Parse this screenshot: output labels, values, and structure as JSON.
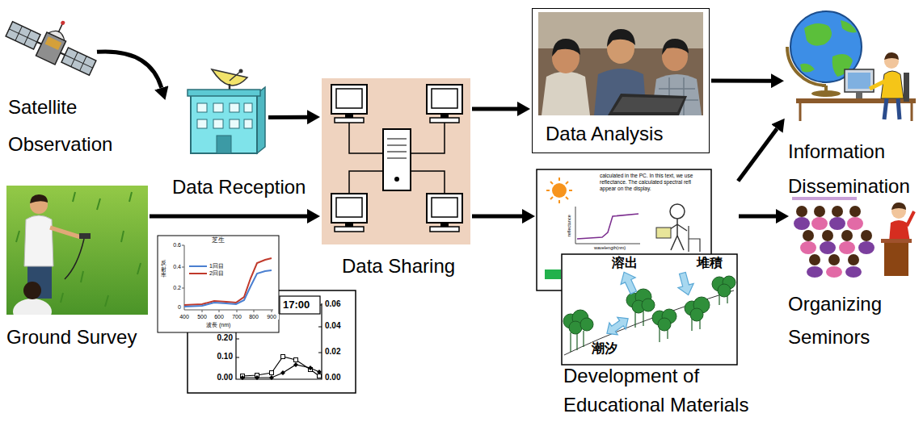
{
  "diagram": {
    "nodes": [
      {
        "text": [
          "Satellite Observation"
        ]
      },
      {
        "text": [
          "Data Reception"
        ]
      },
      {
        "text": [
          "Data Sharing"
        ]
      },
      {
        "text": [
          "Data Analysis"
        ]
      },
      {
        "text": [
          "Information Dissemination"
        ]
      },
      {
        "text": [
          "Ground Survey"
        ]
      },
      {
        "text": [
          "Development of Educational Materials"
        ]
      },
      {
        "text": [
          "Organizing Seminors"
        ]
      }
    ],
    "edges": [
      {
        "from": 0,
        "to": 1,
        "arrow": "to"
      },
      {
        "from": 1,
        "to": 2,
        "arrow": "to"
      },
      {
        "from": 5,
        "to": 2,
        "arrow": "to"
      },
      {
        "from": 2,
        "to": 3,
        "arrow": "to"
      },
      {
        "from": 2,
        "to": 6,
        "arrow": "to"
      },
      {
        "from": 3,
        "to": 4,
        "arrow": "to"
      },
      {
        "from": 6,
        "to": 4,
        "arrow": "to"
      },
      {
        "from": 6,
        "to": 7,
        "arrow": "to"
      }
    ],
    "labels": [
      "芝生",
      "反射率",
      "0.6",
      "0.4",
      "0.2",
      "0",
      "400",
      "500",
      "600",
      "700",
      "800",
      "900",
      "波長 (nm)",
      "1回目",
      "2回目",
      "17:00",
      "0.20",
      "0.10",
      "0.00",
      "0.06",
      "0.04",
      "0.02",
      "0.00",
      "calculated in the PC. In this text, we use reflectance. The calculated spectral refl appear on the display.",
      "reflectance",
      "wavelength(nm)",
      "溶出",
      "堆積",
      "潮汐"
    ]
  }
}
